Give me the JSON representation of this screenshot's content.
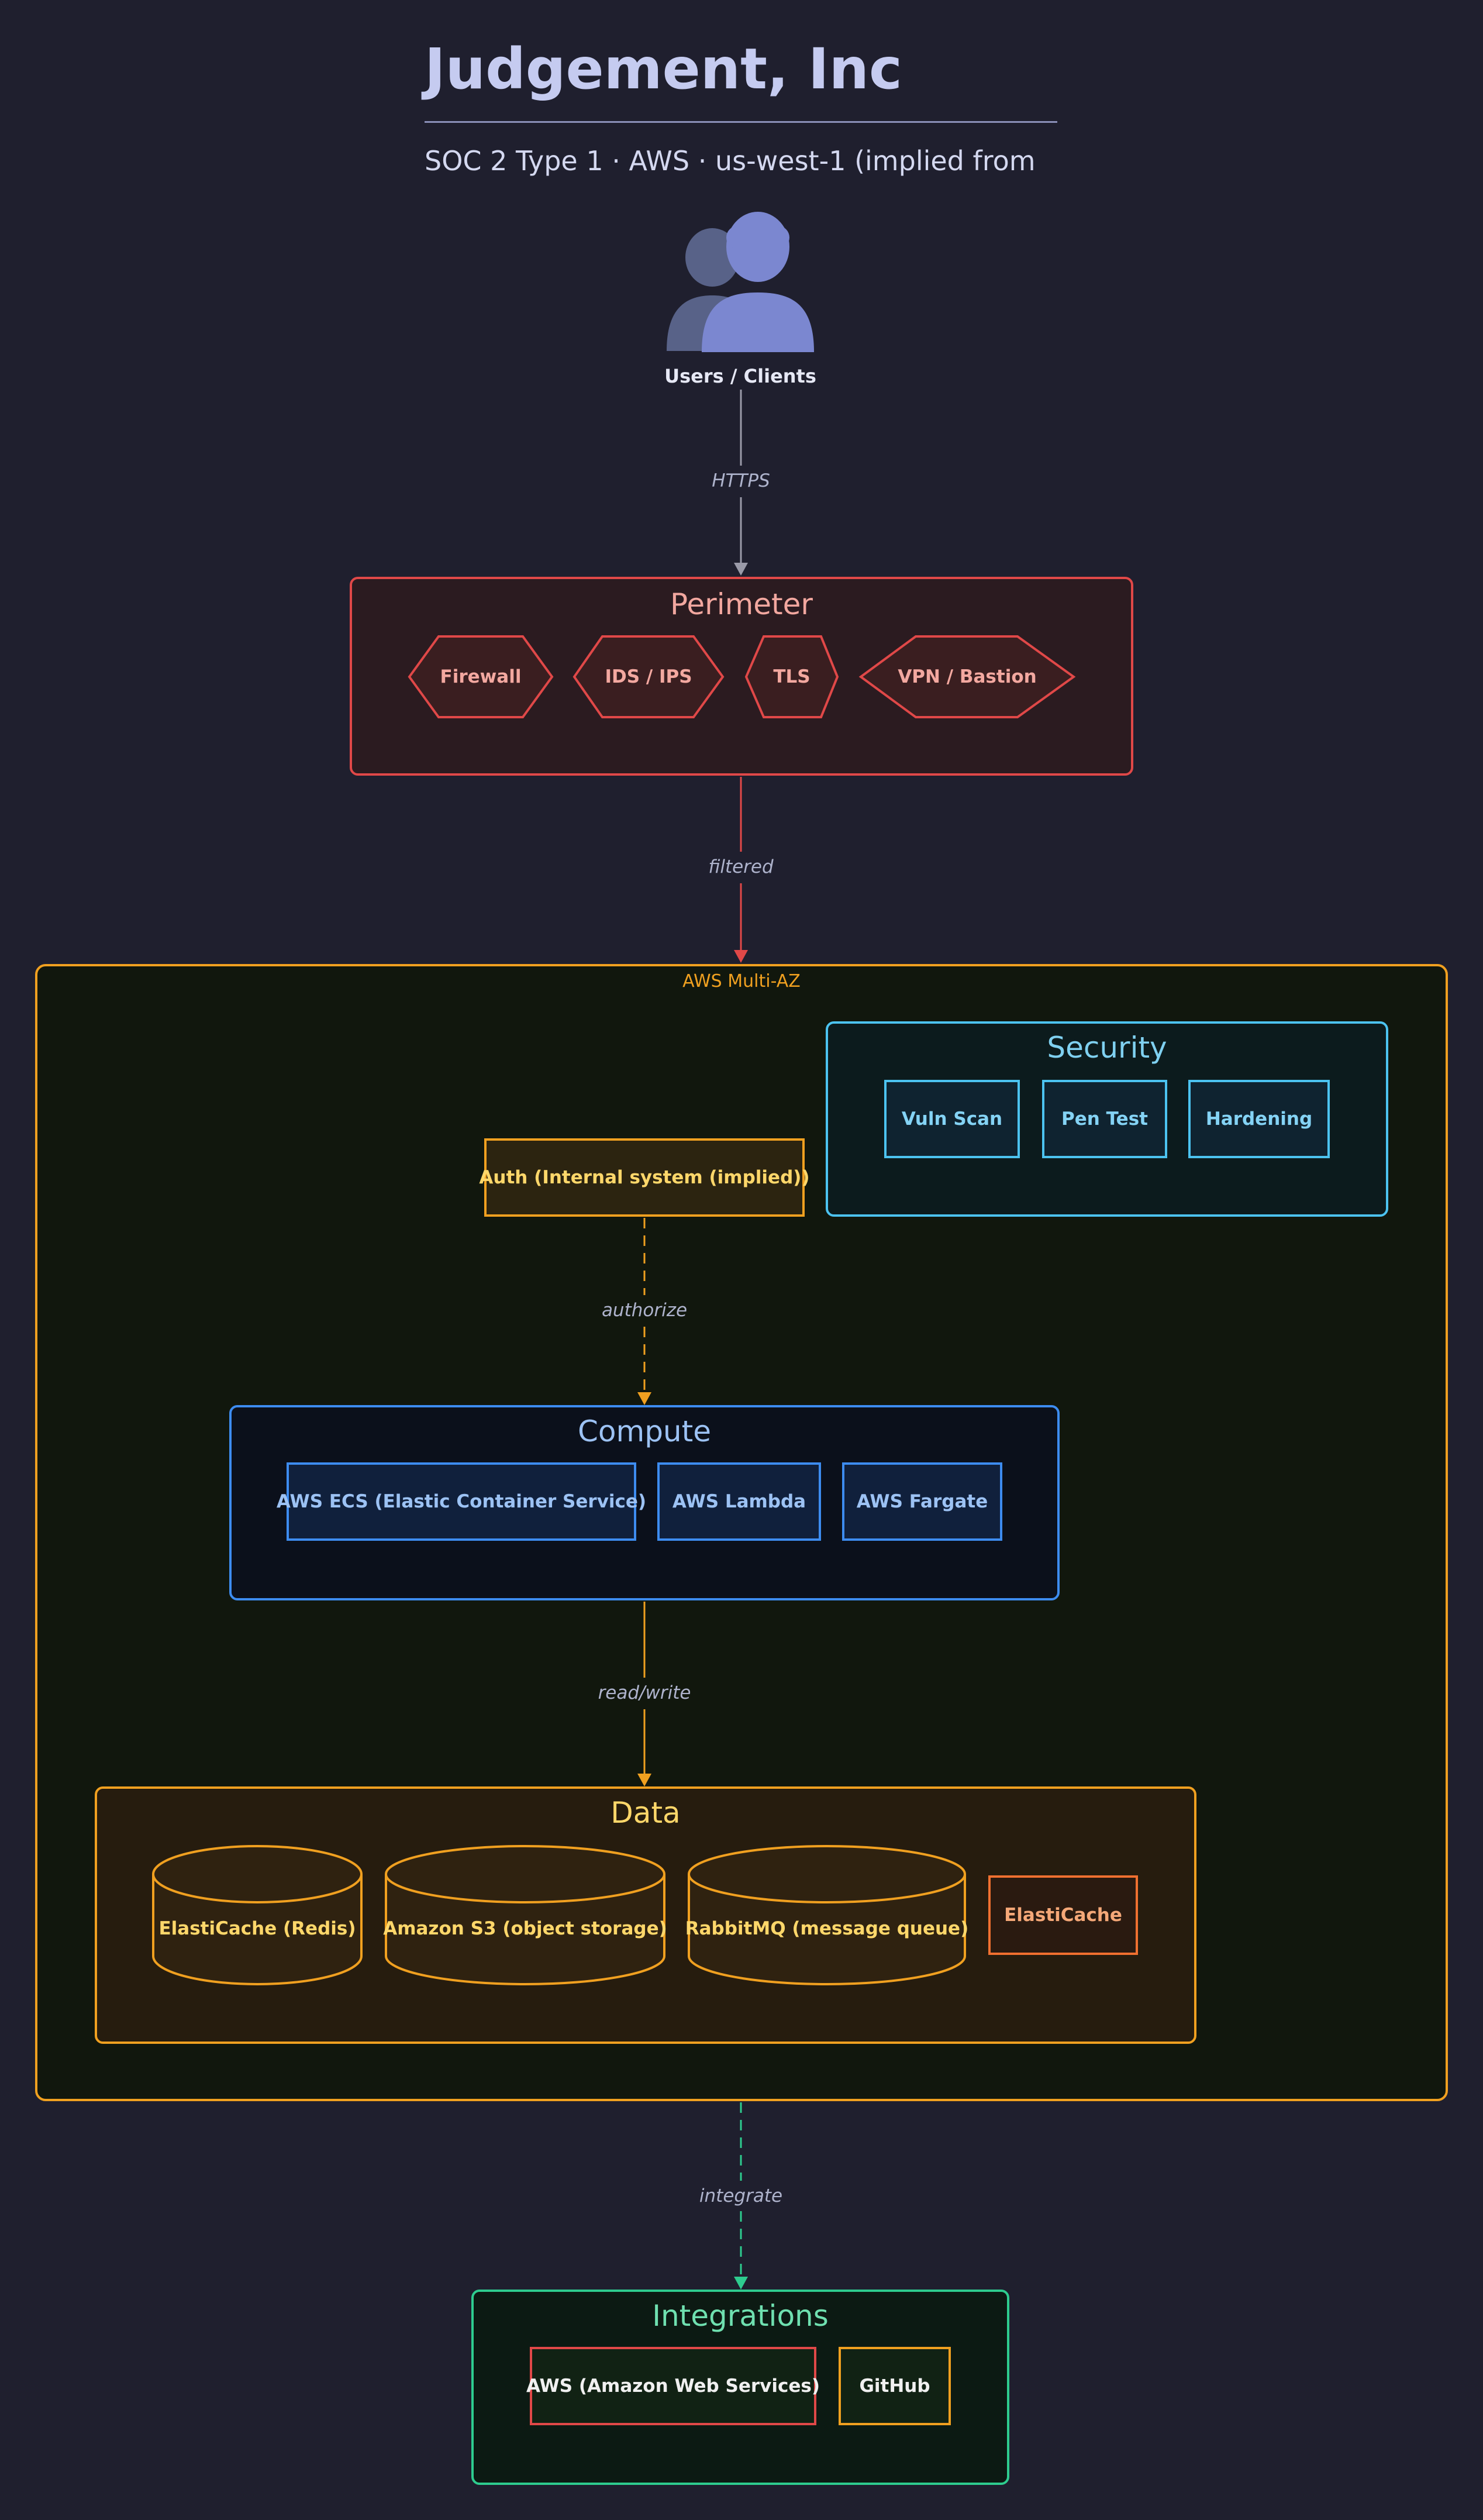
{
  "header": {
    "title": "Judgement, Inc",
    "subtitle": "SOC 2 Type 1 · AWS · us-west-1 (implied from"
  },
  "users": {
    "label": "Users / Clients",
    "icon": "users-icon"
  },
  "edges": {
    "https": "HTTPS",
    "filtered": "filtered",
    "authorize": "authorize",
    "read_write": "read/write",
    "integrate": "integrate"
  },
  "perimeter": {
    "title": "Perimeter",
    "items": [
      "Firewall",
      "IDS / IPS",
      "TLS",
      "VPN / Bastion"
    ]
  },
  "aws": {
    "label": "AWS Multi-AZ"
  },
  "security": {
    "title": "Security",
    "items": [
      "Vuln Scan",
      "Pen Test",
      "Hardening"
    ]
  },
  "auth": {
    "label": "Auth (Internal system (implied))"
  },
  "compute": {
    "title": "Compute",
    "items": [
      "AWS ECS (Elastic Container Service)",
      "AWS Lambda",
      "AWS Fargate"
    ]
  },
  "data": {
    "title": "Data",
    "items": [
      "ElastiCache (Redis)",
      "Amazon S3 (object storage)",
      "RabbitMQ (message queue)",
      "ElastiCache"
    ]
  },
  "integrations": {
    "title": "Integrations",
    "items": [
      "AWS (Amazon Web Services)",
      "GitHub"
    ]
  },
  "colors": {
    "background": "#1f1f2e",
    "perimeter": "#e04848",
    "aws": "#f0a020",
    "security": "#4cc3f0",
    "compute": "#3d8cf0",
    "data": "#f0a020",
    "integrations": "#2ecc8f",
    "users_front": "#7b87d0",
    "users_back": "#586288"
  }
}
